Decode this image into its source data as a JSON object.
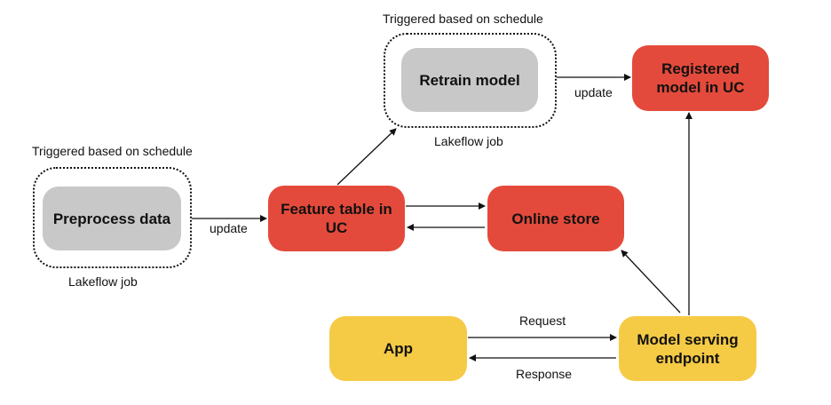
{
  "nodes": {
    "preprocess": "Preprocess data",
    "retrain": "Retrain model",
    "registered_model": "Registered model in UC",
    "feature_table": "Feature table in UC",
    "online_store": "Online store",
    "app": "App",
    "model_serving": "Model serving endpoint"
  },
  "jobs": {
    "preprocess_trigger": "Triggered based on schedule",
    "preprocess_job": "Lakeflow job",
    "retrain_trigger": "Triggered based on schedule",
    "retrain_job": "Lakeflow job"
  },
  "edge_labels": {
    "preprocess_update": "update",
    "retrain_update": "update",
    "request": "Request",
    "response": "Response"
  },
  "colors": {
    "gray": "#c8c8c8",
    "red": "#e44a3b",
    "yellow": "#f5ca45",
    "line": "#111111"
  }
}
